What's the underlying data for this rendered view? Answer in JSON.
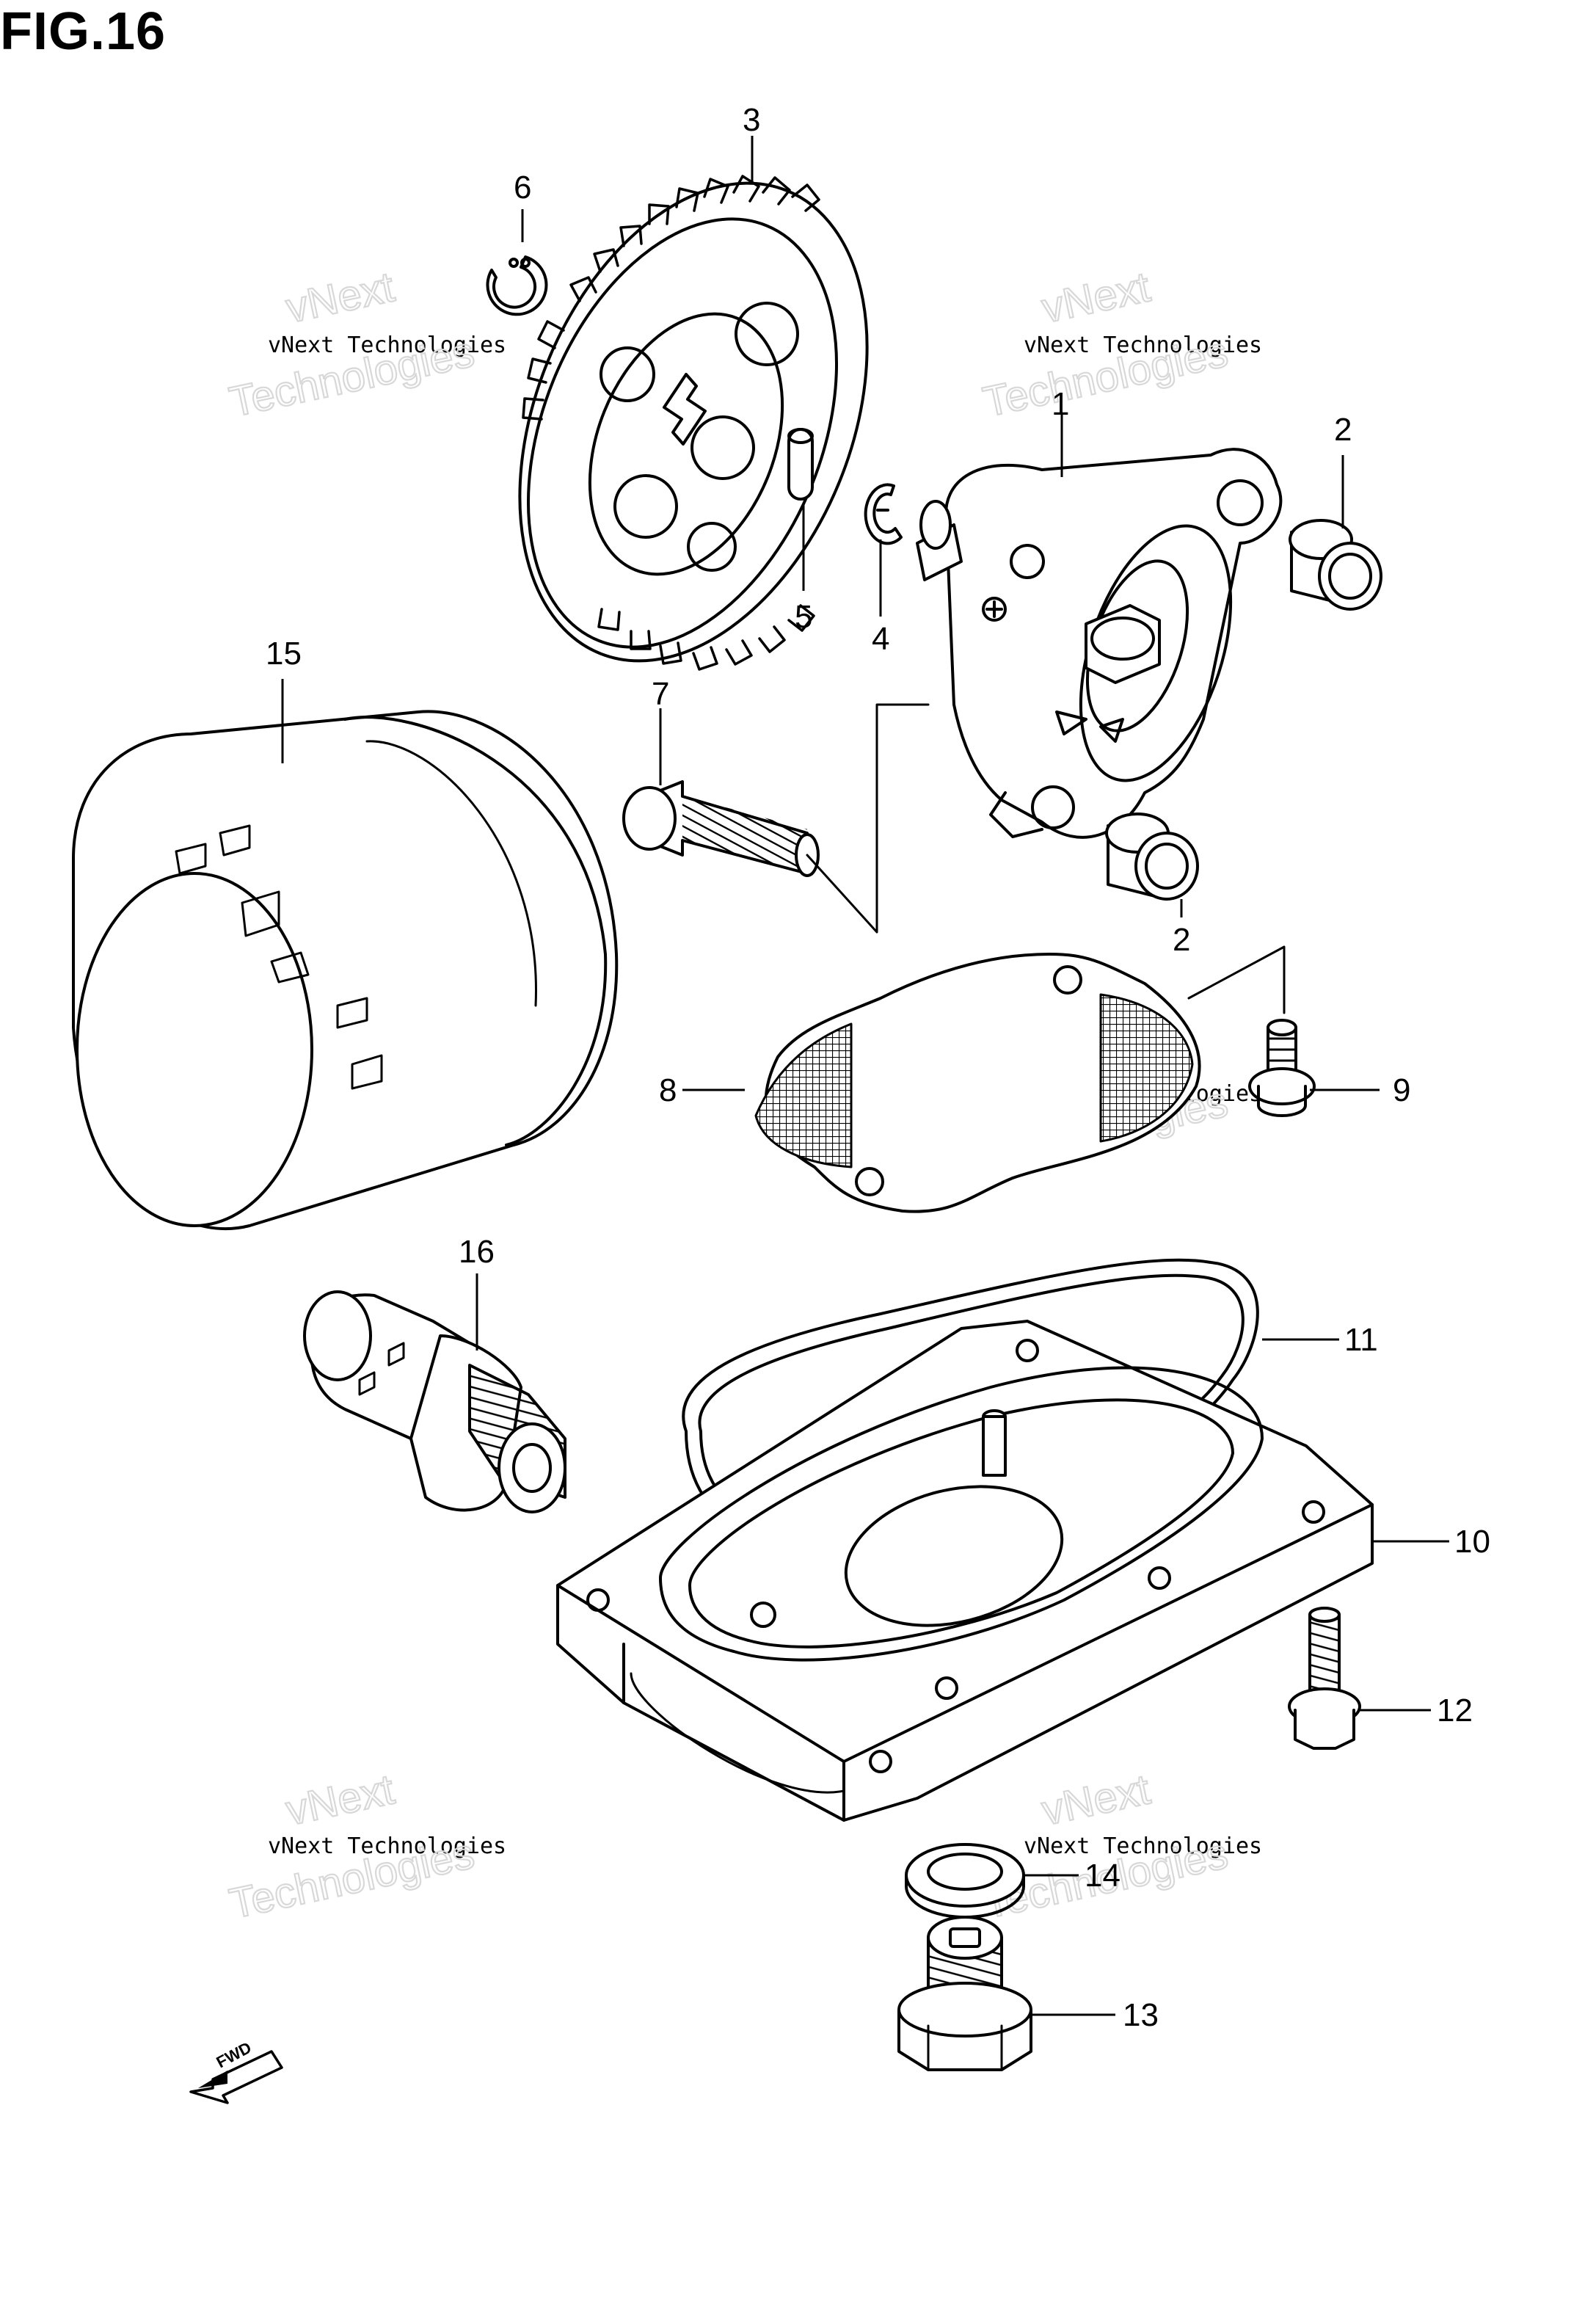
{
  "figure_title": "FIG.16",
  "fwd_label": "FWD",
  "watermark": {
    "small_text": "vNext Technologies",
    "big_line1": "vNext",
    "big_line2": "Technologies"
  },
  "callouts": [
    {
      "id": "1",
      "part": "oil-pump-body"
    },
    {
      "id": "2",
      "part": "dowel-pin"
    },
    {
      "id": "2",
      "part": "dowel-pin"
    },
    {
      "id": "3",
      "part": "oil-pump-driven-gear"
    },
    {
      "id": "4",
      "part": "e-clip"
    },
    {
      "id": "5",
      "part": "pin"
    },
    {
      "id": "6",
      "part": "circlip"
    },
    {
      "id": "7",
      "part": "pump-bolt"
    },
    {
      "id": "8",
      "part": "oil-strainer"
    },
    {
      "id": "9",
      "part": "strainer-bolt"
    },
    {
      "id": "10",
      "part": "oil-pan"
    },
    {
      "id": "11",
      "part": "oil-pan-gasket"
    },
    {
      "id": "12",
      "part": "oil-pan-bolt"
    },
    {
      "id": "13",
      "part": "drain-plug"
    },
    {
      "id": "14",
      "part": "drain-plug-gasket"
    },
    {
      "id": "15",
      "part": "oil-filter"
    },
    {
      "id": "16",
      "part": "oil-pressure-switch"
    }
  ]
}
